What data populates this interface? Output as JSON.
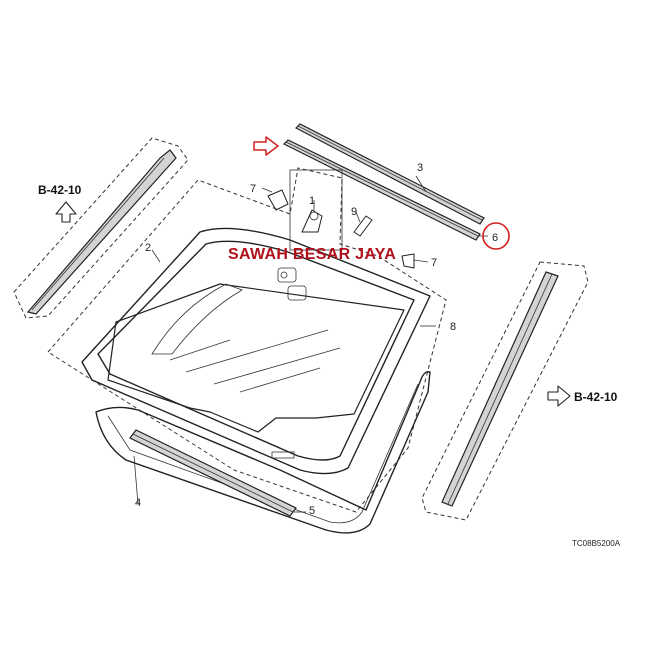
{
  "diagram": {
    "callouts": {
      "c1": "1",
      "c2": "2",
      "c3": "3",
      "c4": "4",
      "c5": "5",
      "c6": "6",
      "c7a": "7",
      "c7b": "7",
      "c8": "8",
      "c9": "9"
    },
    "ref_left": "B-42-10",
    "ref_right": "B-42-10",
    "watermark": "SAWAH BESAR JAYA",
    "drawing_code": "TC08B5200A",
    "highlight_color": "#d42020",
    "watermark_color": "#b0101a"
  }
}
